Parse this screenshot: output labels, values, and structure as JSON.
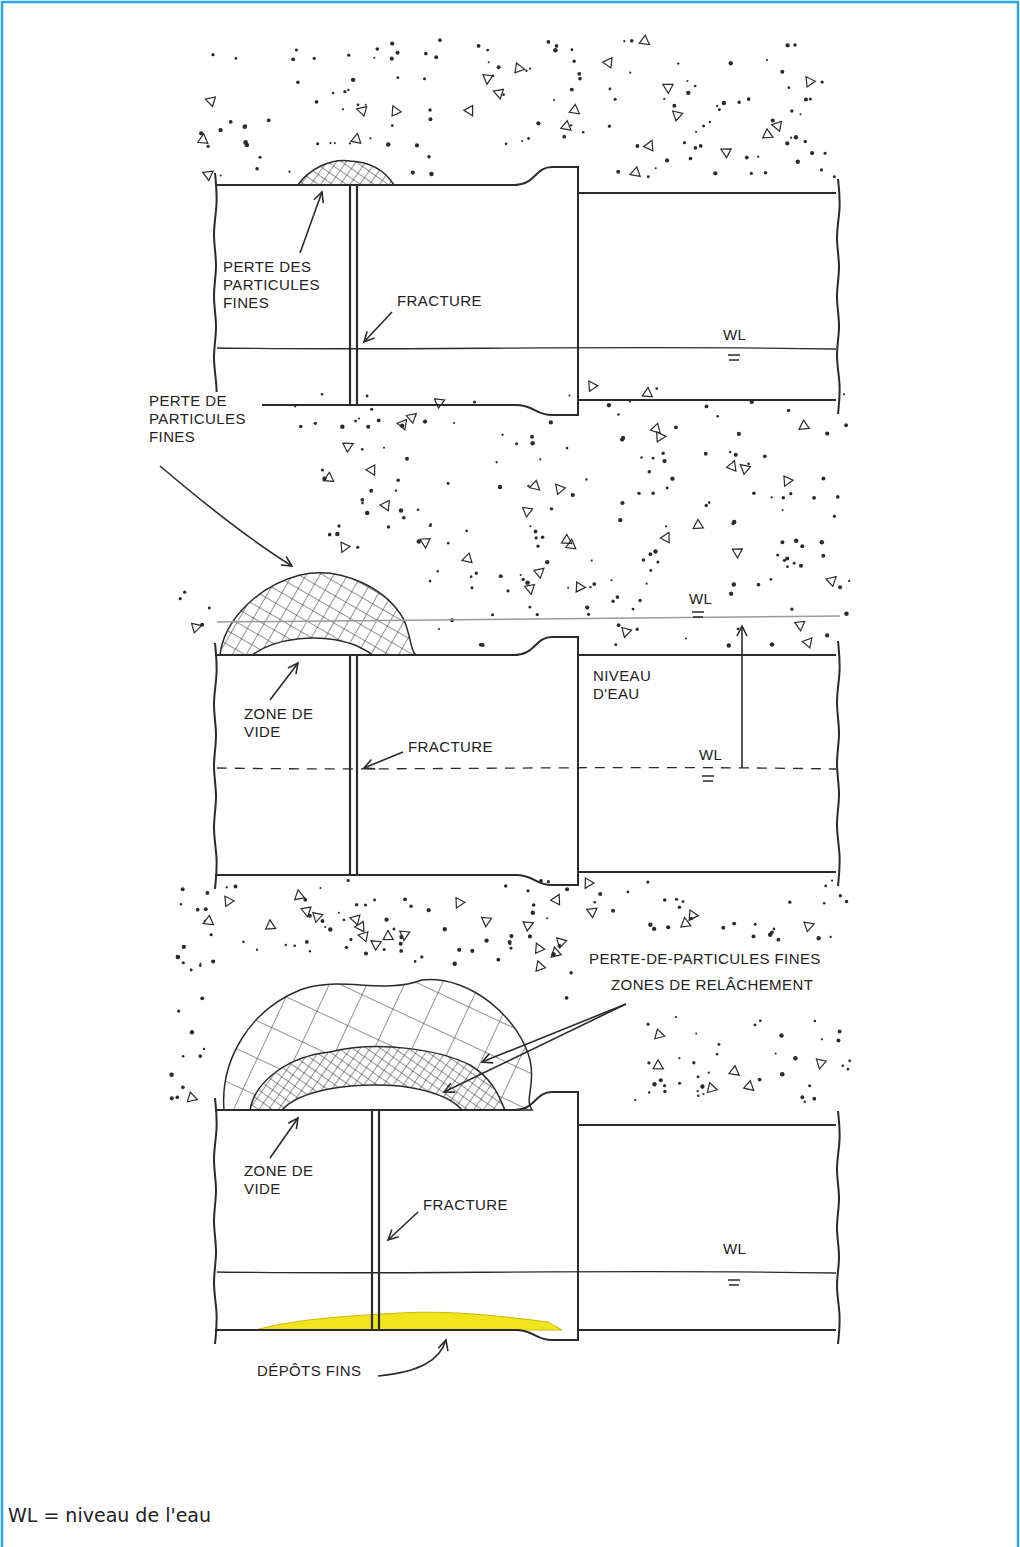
{
  "diagram": {
    "caption": "WL = niveau de l'eau",
    "labels": [
      "PERTE DES PARTICULES FINES",
      "FRACTURE",
      "WL",
      "PERTE DE PARTICULES FINES",
      "ZONE DE VIDE",
      "FRACTURE",
      "WL",
      "NIVEAU D'EAU",
      "WL",
      "PERTE-DE-PARTICULES FINES",
      "ZONES DE RELÂCHEMENT",
      "ZONE DE VIDE",
      "FRACTURE",
      "WL",
      "DÉPÔTS FINS"
    ]
  }
}
